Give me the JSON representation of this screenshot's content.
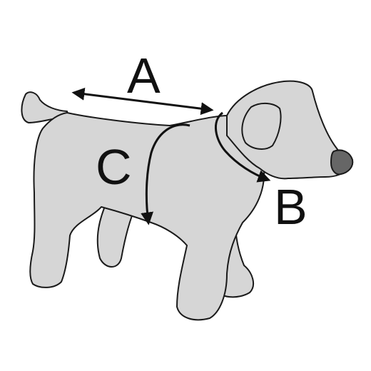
{
  "diagram": {
    "labels": {
      "back_length": "A",
      "neck_girth": "B",
      "chest_girth": "C"
    },
    "colors": {
      "body_fill": "#d6d6d6",
      "outline": "#1a1a1a",
      "nose": "#666666",
      "background": "#ffffff"
    }
  }
}
